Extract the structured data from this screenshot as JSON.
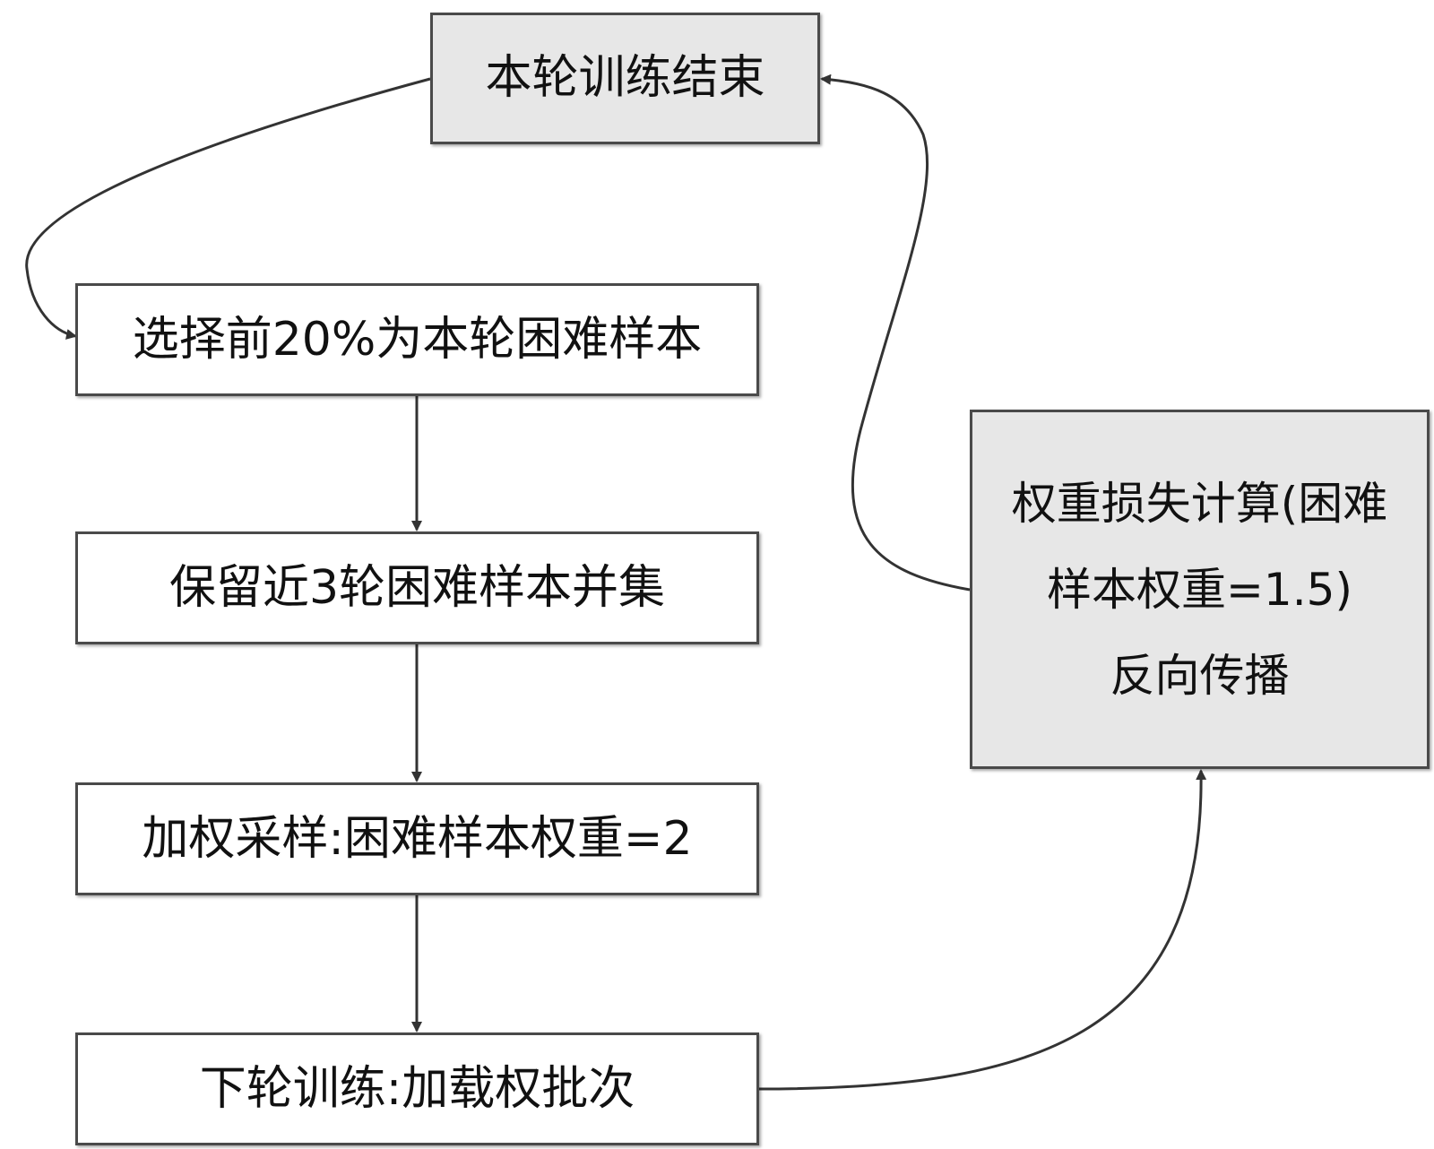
{
  "nodes": {
    "train_end": "本轮训练结束",
    "select": "选择前20%为本轮困难样本",
    "keep": "保留近3轮困难样本并集",
    "sample": "加权采样:困难样本权重=2",
    "next": "下轮训练:加载权批次",
    "loss": {
      "line1": "权重损失计算(困难",
      "line2": "样本权重=1.5)",
      "line3": "反向传播"
    }
  },
  "colors": {
    "stroke": "#4a4a4a",
    "plain_fill": "#ffffff",
    "shaded_fill": "#e7e7e7"
  }
}
